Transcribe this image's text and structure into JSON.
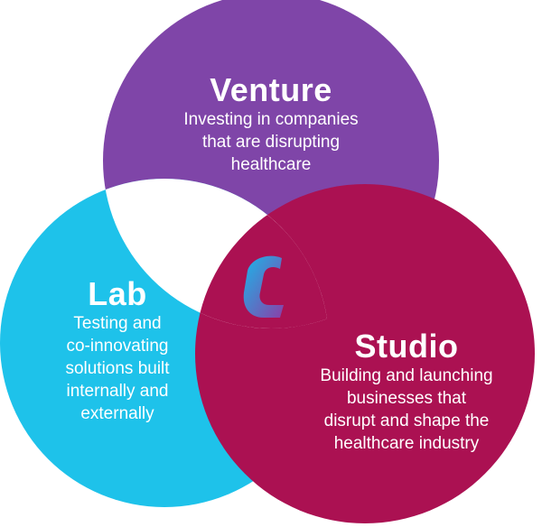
{
  "diagram": {
    "colors": {
      "venture": "#7f45a8",
      "lab": "#1ec2ea",
      "studio": "#ab1152",
      "center": "#ffffff",
      "logo_top": "#1ab6ea",
      "logo_bottom": "#8a3fa7",
      "text": "#ffffff"
    },
    "center_icon": "c-logo-icon",
    "circles": [
      {
        "id": "venture",
        "title": "Venture",
        "lines": [
          "Investing in companies",
          "that are disrupting",
          "healthcare"
        ]
      },
      {
        "id": "lab",
        "title": "Lab",
        "lines": [
          "Testing and",
          "co-innovating",
          "solutions built",
          "internally and",
          "externally"
        ]
      },
      {
        "id": "studio",
        "title": "Studio",
        "lines": [
          "Building and launching",
          "businesses that",
          "disrupt and shape the",
          "healthcare industry"
        ]
      }
    ]
  }
}
